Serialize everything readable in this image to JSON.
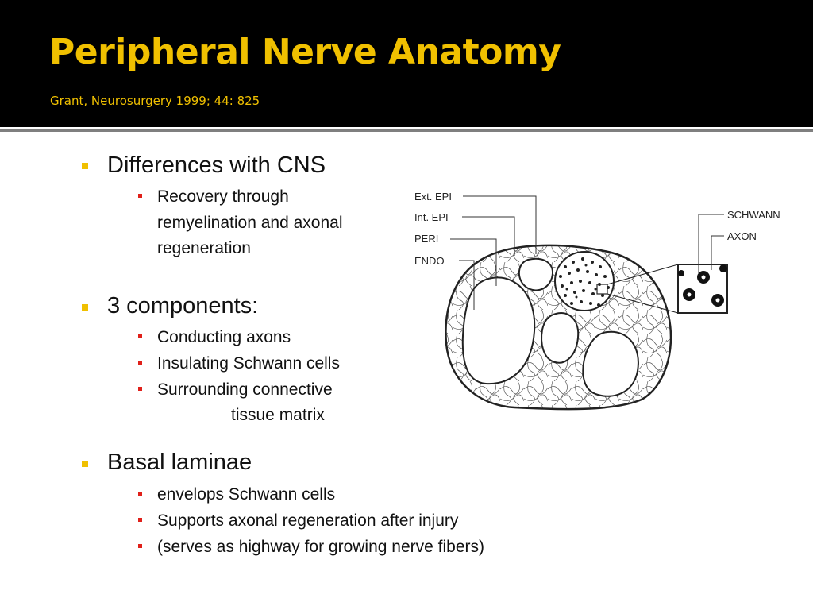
{
  "slide": {
    "title": "Peripheral Nerve Anatomy",
    "subtitle": "Grant, Neurosurgery 1999; 44: 825"
  },
  "bullets": [
    {
      "text": "Differences with CNS",
      "sub": [
        "Recovery through",
        "remyelination and axonal",
        "regeneration"
      ]
    },
    {
      "text": "3 components:",
      "sub": [
        "Conducting axons",
        "Insulating Schwann cells",
        "Surrounding connective",
        "tissue matrix"
      ]
    },
    {
      "text": "Basal laminae",
      "sub": [
        "envelops Schwann cells",
        "Supports axonal regeneration after injury",
        "(serves as highway for growing nerve fibers)"
      ]
    }
  ],
  "diagram": {
    "labels": {
      "ext_epi": "Ext. EPI",
      "int_epi": "Int. EPI",
      "peri": "PERI",
      "endo": "ENDO",
      "schwann": "SCHWANN",
      "axon": "AXON"
    }
  },
  "colors": {
    "header_bg": "#000000",
    "title": "#f0c000",
    "bullet_l1": "#f0c000",
    "bullet_l2": "#e0201a"
  }
}
